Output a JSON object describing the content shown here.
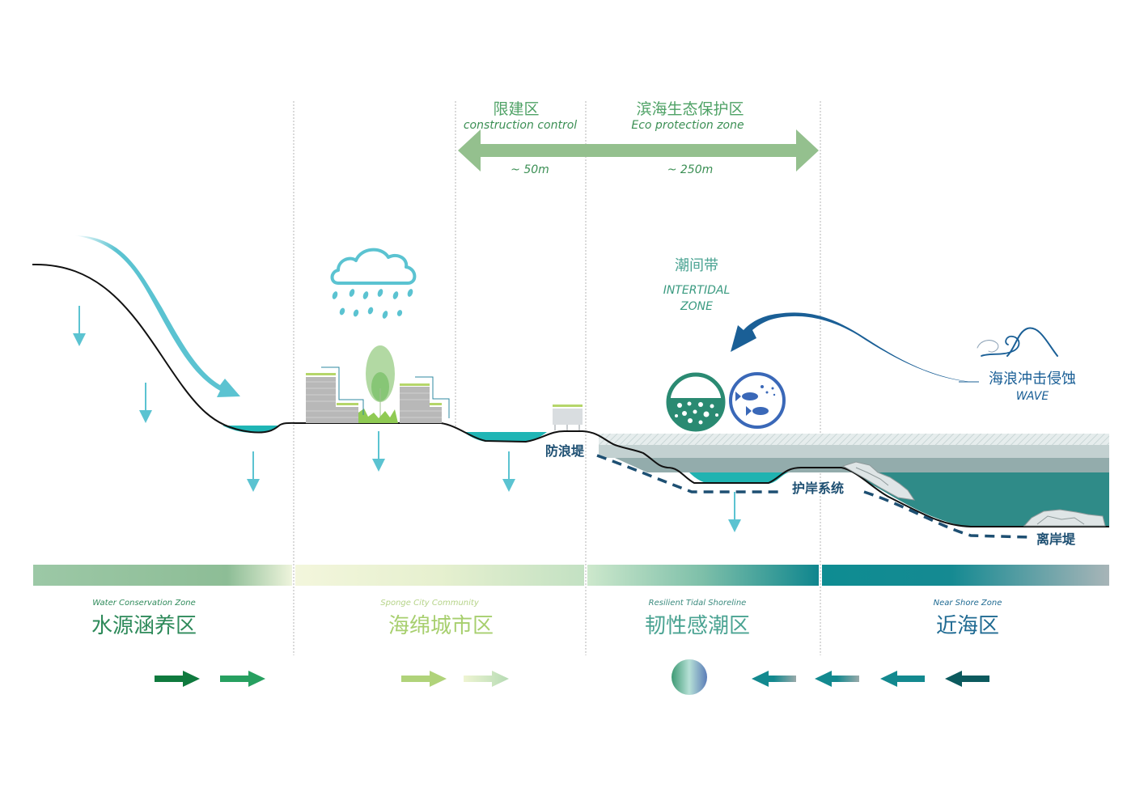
{
  "top_range": {
    "construction_control": {
      "zh": "限建区",
      "en": "construction control",
      "distance": "~ 50m"
    },
    "eco_protection": {
      "zh": "滨海生态保护区",
      "en": "Eco protection zone",
      "distance": "~ 250m"
    },
    "arrow_color": "#8fbf8a"
  },
  "intertidal": {
    "zh": "潮间带",
    "en_line1": "INTERTIDAL",
    "en_line2": "ZONE",
    "color": "#3a9a80"
  },
  "wave": {
    "zh": "海浪冲击侵蚀",
    "en": "WAVE",
    "color": "#1a5f96"
  },
  "structures": {
    "breakwater_label": "防浪堤",
    "revetment_label": "护岸系统",
    "offshore_breakwater_label": "离岸堤",
    "label_color": "#1d4f72"
  },
  "zones": [
    {
      "en": "Water Conservation Zone",
      "zh": "水源涵养区",
      "color": "#2e8a5a",
      "bar_from": "#8fbf9a",
      "bar_to": "#e8f2dc"
    },
    {
      "en": "Sponge City Community",
      "zh": "海绵城市区",
      "color": "#a7cf6e",
      "bar_from": "#f2f6da",
      "bar_to": "#c5e3c2"
    },
    {
      "en": "Resilient Tidal Shoreline",
      "zh": "韧性感潮区",
      "color": "#4aa392",
      "bar_from": "#c6e5c8",
      "bar_to": "#14888f"
    },
    {
      "en": "Near Shore Zone",
      "zh": "近海区",
      "color": "#1f6a92",
      "bar_from": "#0f8e93",
      "bar_to": "#a6b3b6"
    }
  ],
  "legend_arrows": [
    {
      "direction": "right",
      "color": "#0f7a3e"
    },
    {
      "direction": "right",
      "color": "#27a060"
    },
    {
      "direction": "right",
      "color": "#b0d37a"
    },
    {
      "direction": "right",
      "color": "#c3e0bd"
    },
    {
      "direction": "circle",
      "color": "#6a9ab8"
    },
    {
      "direction": "left",
      "color": "#13898f"
    },
    {
      "direction": "left",
      "color": "#13898f"
    },
    {
      "direction": "left",
      "color": "#13898f"
    },
    {
      "direction": "left",
      "color": "#0c5a5e"
    }
  ],
  "colors": {
    "water_teal": "#1fb5b5",
    "runoff_blue": "#5bc3d1",
    "sea_deep": "#2f8b88",
    "sea_mid": "#93aeae",
    "sea_light": "#c5d3d3",
    "ground_line": "#111111",
    "basket_green": "#2a8a72",
    "fish_blue": "#3a68b8"
  }
}
